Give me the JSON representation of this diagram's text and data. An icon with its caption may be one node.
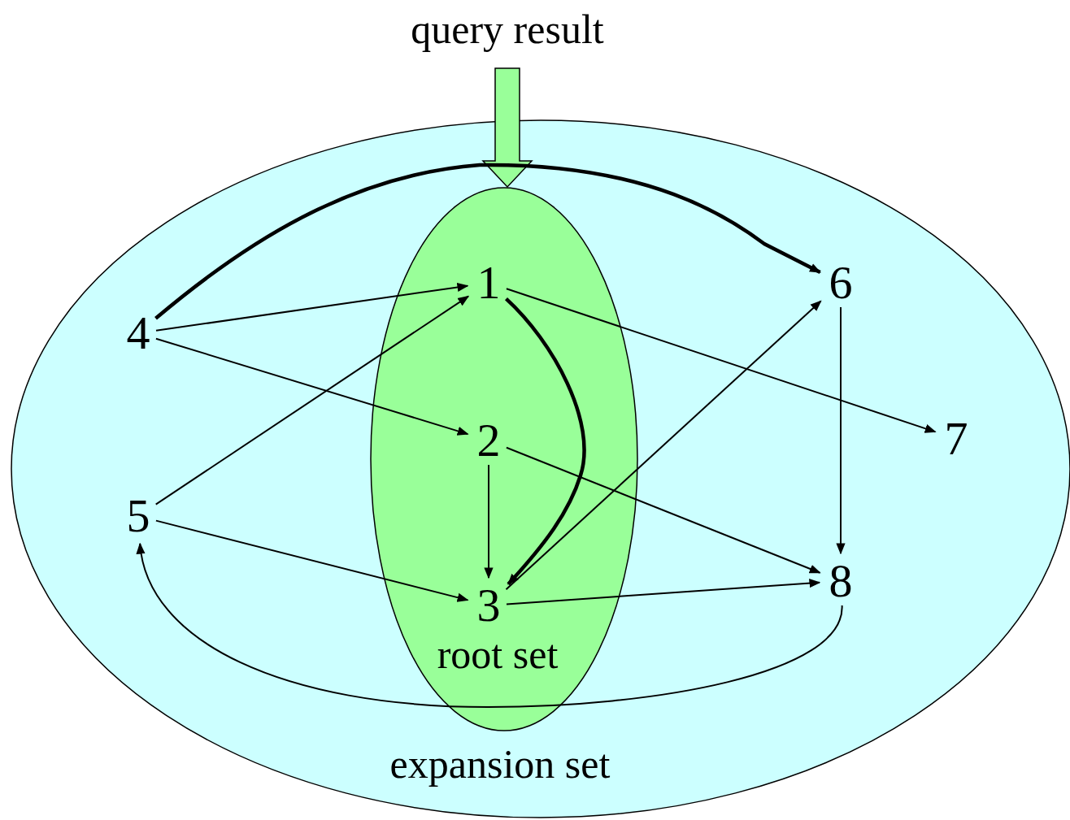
{
  "diagram": {
    "nodes": [
      {
        "text": [
          "query result"
        ]
      },
      {
        "text": [
          "expansion set"
        ]
      },
      {
        "text": [
          "root set"
        ],
        "in": 1
      },
      {
        "text": [
          "1"
        ],
        "in": 2
      },
      {
        "text": [
          "2"
        ],
        "in": 2
      },
      {
        "text": [
          "3"
        ],
        "in": 2
      },
      {
        "text": [
          "4"
        ],
        "in": 1
      },
      {
        "text": [
          "5"
        ],
        "in": 1
      },
      {
        "text": [
          "6"
        ],
        "in": 1
      },
      {
        "text": [
          "7"
        ],
        "in": 1
      },
      {
        "text": [
          "8"
        ],
        "in": 1
      }
    ],
    "edges": [
      {
        "from": 0,
        "to": 2,
        "arrow": "to",
        "style": "thick",
        "color": "#99ff99"
      },
      {
        "from": 6,
        "to": 8,
        "arrow": "to",
        "style": "thick"
      },
      {
        "from": 6,
        "to": 3,
        "arrow": "to"
      },
      {
        "from": 6,
        "to": 4,
        "arrow": "to"
      },
      {
        "from": 7,
        "to": 3,
        "arrow": "to"
      },
      {
        "from": 7,
        "to": 5,
        "arrow": "to"
      },
      {
        "from": 3,
        "to": 5,
        "arrow": "to",
        "style": "thick"
      },
      {
        "from": 3,
        "to": 9,
        "arrow": "to"
      },
      {
        "from": 4,
        "to": 5,
        "arrow": "to"
      },
      {
        "from": 4,
        "to": 10,
        "arrow": "to"
      },
      {
        "from": 5,
        "to": 8,
        "arrow": "to"
      },
      {
        "from": 5,
        "to": 10,
        "arrow": "to"
      },
      {
        "from": 8,
        "to": 10,
        "arrow": "to"
      },
      {
        "from": 10,
        "to": 7,
        "arrow": "to"
      }
    ]
  }
}
